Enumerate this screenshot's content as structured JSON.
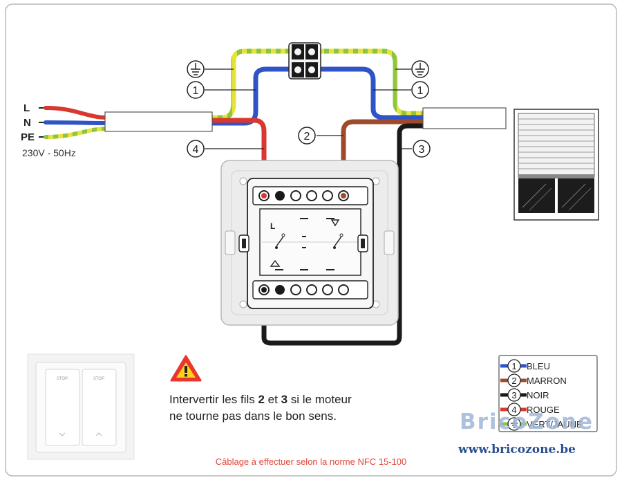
{
  "supply": {
    "l_label": "L",
    "n_label": "N",
    "pe_label": "PE",
    "voltage": "230V - 50Hz"
  },
  "callouts": {
    "one_left": "1",
    "one_right": "1",
    "two": "2",
    "three": "3",
    "four": "4"
  },
  "module": {
    "l_mark": "L"
  },
  "warning": {
    "before_2": "Intervertir les fils ",
    "num_2": "2",
    "middle": " et ",
    "num_3": "3",
    "after_3": " si le moteur",
    "line2": "ne tourne pas dans le bon sens."
  },
  "legend": {
    "items": [
      {
        "num": "1",
        "label": "BLEU",
        "color": "#2f54c8"
      },
      {
        "num": "2",
        "label": "MARRON",
        "color": "#a04a2c"
      },
      {
        "num": "3",
        "label": "NOIR",
        "color": "#1a1a1a"
      },
      {
        "num": "4",
        "label": "ROUGE",
        "color": "#d8382f"
      },
      {
        "num": "",
        "label": "VERT/JAUNE",
        "color": "#8cc63f"
      }
    ]
  },
  "switch_photo": {
    "left_stop": "STOP",
    "right_stop": "STOP"
  },
  "footer": "Câblage à effectuer selon la norme NFC 15-100",
  "brand": "BricoZone",
  "site": "www.bricozone.be",
  "colors": {
    "blue": "#2f54c8",
    "brown": "#a04a2c",
    "black": "#1a1a1a",
    "red": "#d8382f",
    "green": "#8cc63f",
    "yellow": "#f2e33a",
    "warning": "#e8372c"
  }
}
